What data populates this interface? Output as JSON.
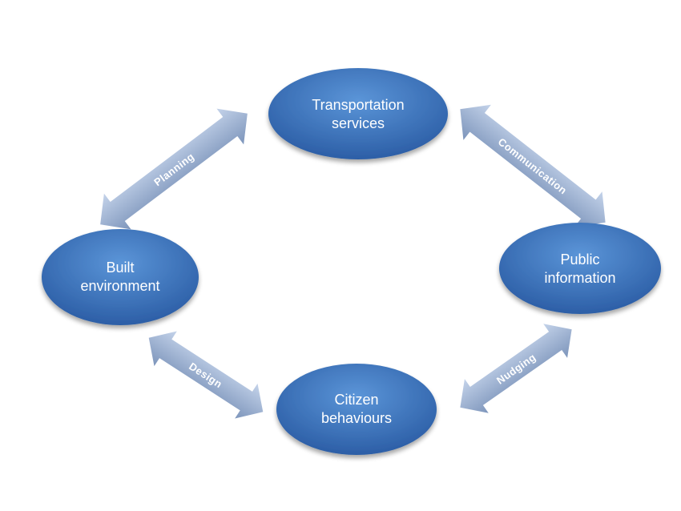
{
  "nodes": {
    "transportation": {
      "line1": "Transportation",
      "line2": "services"
    },
    "public_info": {
      "line1": "Public",
      "line2": "information"
    },
    "built_env": {
      "line1": "Built",
      "line2": "environment"
    },
    "citizen": {
      "line1": "Citizen",
      "line2": "behaviours"
    }
  },
  "links": {
    "planning": "Planning",
    "communication": "Communication",
    "design": "Design",
    "nudging": "Nudging"
  },
  "colors": {
    "node_dark": "#2e62aa",
    "node_light": "#5a93d6",
    "arrow_light": "#b4c6e2",
    "arrow_dark": "#7f97bd"
  }
}
